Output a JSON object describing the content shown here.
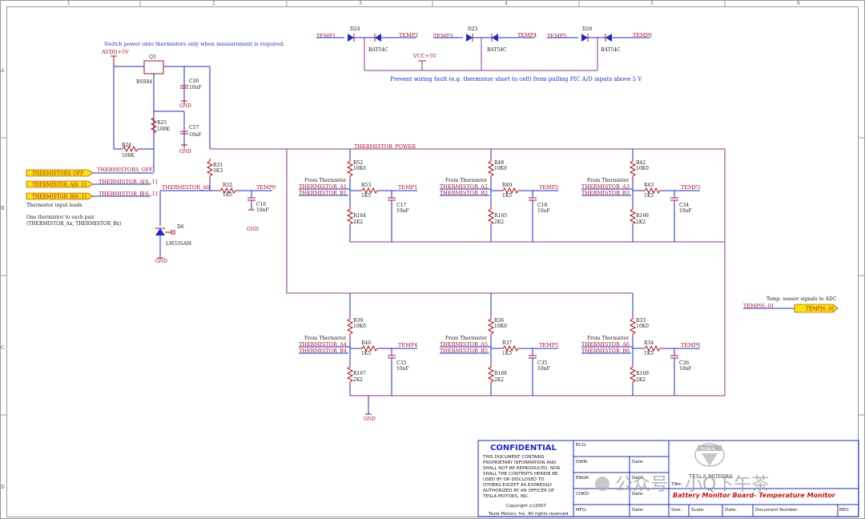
{
  "frame": {
    "columns": [
      "1",
      "2",
      "3",
      "4",
      "5",
      "6"
    ],
    "rows": [
      "A",
      "B",
      "C",
      "D"
    ]
  },
  "notes": {
    "switch_power": "Switch power onto thermistors only when measurement is required.",
    "wiring_fault": "Prevent wiring fault (e.g. thermistor short to cell) from pulling PIC A/D inputs above 5 V",
    "input_leads": "Thermistor input leads",
    "one_per_pair_1": "One thermistor to each pair",
    "one_per_pair_2": "(THERMISTOR_Ax, THERMISTOR_Bx)",
    "adc_signals": "Temp. sensor signals to ADC"
  },
  "nets": {
    "avdd": "AVDD+5V",
    "vcc": "VCC+5V",
    "gnd": "GND",
    "thermistor_power": "THERMISTOR_POWER",
    "thermistors_off": "THERMISTORS_OFF",
    "thermistor_a": "THERMISTOR_A[6..1]",
    "thermistor_b": "THERMISTOR_B[6..1]",
    "thermistor_a0": "THERMISTOR_A0",
    "temp_bus": "TEMP[6..0]",
    "temp_bus2": "TEMP[6..0]",
    "temp0": "TEMP0",
    "temp1": "TEMP1",
    "temp2": "TEMP2",
    "temp3": "TEMP3",
    "temp4": "TEMP4",
    "temp5": "TEMP5",
    "temp6": "TEMP6"
  },
  "parts": {
    "q3": "Q3",
    "q3_val": "BSS84",
    "c26": "C26",
    "c26_val": "10nF",
    "r25": "R25",
    "r25_val": "100K",
    "c57": "C57",
    "c57_val": "10nF",
    "r24": "R24",
    "r24_val": "100K",
    "r31": "R31",
    "r31_val": "3K3",
    "r32": "R32",
    "r32_val": "1K5",
    "c16": "C16",
    "c16_val": "10nF",
    "d6": "D6",
    "d6_val": "LM335AM",
    "d24": "D24",
    "d25": "D25",
    "d26": "D26",
    "diode_val": "BAT54C",
    "from_thermistor": "From Thermistor"
  },
  "channels": [
    {
      "rtop": "R52",
      "rtop_val": "10K0",
      "rser": "R53",
      "rser_val": "1K5",
      "rbot": "R164",
      "rbot_val": "2K2",
      "cap": "C17",
      "cap_val": "10nF",
      "a": "THERMISTOR_A1",
      "b": "THERMISTOR_B1",
      "out": "TEMP1"
    },
    {
      "rtop": "R48",
      "rtop_val": "10K0",
      "rser": "R49",
      "rser_val": "1K5",
      "rbot": "R165",
      "rbot_val": "2K2",
      "cap": "C18",
      "cap_val": "10nF",
      "a": "THERMISTOR_A2",
      "b": "THERMISTOR_B2",
      "out": "TEMP2"
    },
    {
      "rtop": "R42",
      "rtop_val": "10K0",
      "rser": "R43",
      "rser_val": "1K5",
      "rbot": "R166",
      "rbot_val": "2K2",
      "cap": "C34",
      "cap_val": "10nF",
      "a": "THERMISTOR_A3",
      "b": "THERMISTOR_B3",
      "out": "TEMP3"
    },
    {
      "rtop": "R39",
      "rtop_val": "10K0",
      "rser": "R40",
      "rser_val": "1K5",
      "rbot": "R167",
      "rbot_val": "2K2",
      "cap": "C33",
      "cap_val": "10nF",
      "a": "THERMISTOR_A4",
      "b": "THERMISTOR_B4",
      "out": "TEMP4"
    },
    {
      "rtop": "R36",
      "rtop_val": "10K0",
      "rser": "R37",
      "rser_val": "1K5",
      "rbot": "R168",
      "rbot_val": "2K2",
      "cap": "C35",
      "cap_val": "10nF",
      "a": "THERMISTOR_A5",
      "b": "THERMISTOR_B5",
      "out": "TEMP5"
    },
    {
      "rtop": "R33",
      "rtop_val": "10K0",
      "rser": "R34",
      "rser_val": "1K5",
      "rbot": "R169",
      "rbot_val": "2K2",
      "cap": "C36",
      "cap_val": "10nF",
      "a": "THERMISTOR_A6",
      "b": "THERMISTOR_B6",
      "out": "TEMP6"
    }
  ],
  "title_block": {
    "confidential": "CONFIDENTIAL",
    "legal": [
      "THIS DOCUMENT CONTAINS",
      "PROPRIETARY INFORMATION AND",
      "SHALL NOT BE REPRODUCED, NOR",
      "SHALL THE CONTENTS HEREIN BE",
      "USED BY OR DISCLOSED TO",
      "OTHERS EXCEPT AS EXPRESSLY",
      "AUTHORIZED BY AN OFFICER OF",
      "TESLA MOTORS, INC."
    ],
    "copyright": "Copyright (c)2007",
    "rights": "Tesla Motors, Inc. All rights reserved",
    "eco": "ECO:",
    "dwn": "DWN:",
    "engr": "ENGR:",
    "chkd": "CHKD:",
    "mfg": "MFG:",
    "date": "Date:",
    "company": "TESLA MOTORS",
    "logo_text": "TESLA",
    "title_label": "Title:",
    "title": "Battery Monitor Board- Temperature Monitor",
    "size": "Size:",
    "scale": "Scale:",
    "date2": "Date:",
    "docnum": "Document Number:",
    "rev": "REV:"
  },
  "watermark": "公众号 · 小Q下午茶"
}
